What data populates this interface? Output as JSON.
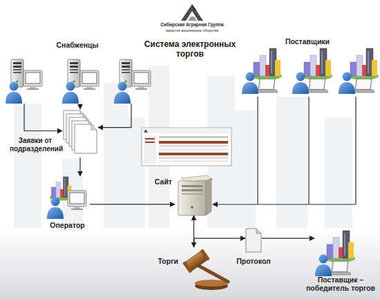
{
  "diagram": {
    "title": "Система электронных торгов",
    "nodes": [
      {
        "text": [
          "Снабженцы"
        ]
      },
      {
        "text": [
          "Поставщики"
        ]
      },
      {
        "text": [
          "Заявки от подразделений"
        ]
      },
      {
        "text": [
          "Оператор"
        ]
      },
      {
        "text": [
          "Сайт"
        ]
      },
      {
        "text": [
          "Торги"
        ]
      },
      {
        "text": [
          "Протокол"
        ]
      },
      {
        "text": [
          "Поставщик – победитель торгов"
        ]
      }
    ],
    "edges": [
      {
        "from": 0,
        "to": 2,
        "arrow": "to"
      },
      {
        "from": 2,
        "to": 3,
        "arrow": "to"
      },
      {
        "from": 3,
        "to": 4,
        "arrow": "to"
      },
      {
        "from": 1,
        "to": 4,
        "arrow": "to"
      },
      {
        "from": 4,
        "to": 5,
        "arrow": "both"
      },
      {
        "from": 5,
        "to": 6,
        "arrow": "to"
      },
      {
        "from": 6,
        "to": 7,
        "arrow": "to"
      }
    ],
    "labels": [
      "Сибирская Аграрная Группа",
      "закрытое акционерное общество"
    ]
  }
}
